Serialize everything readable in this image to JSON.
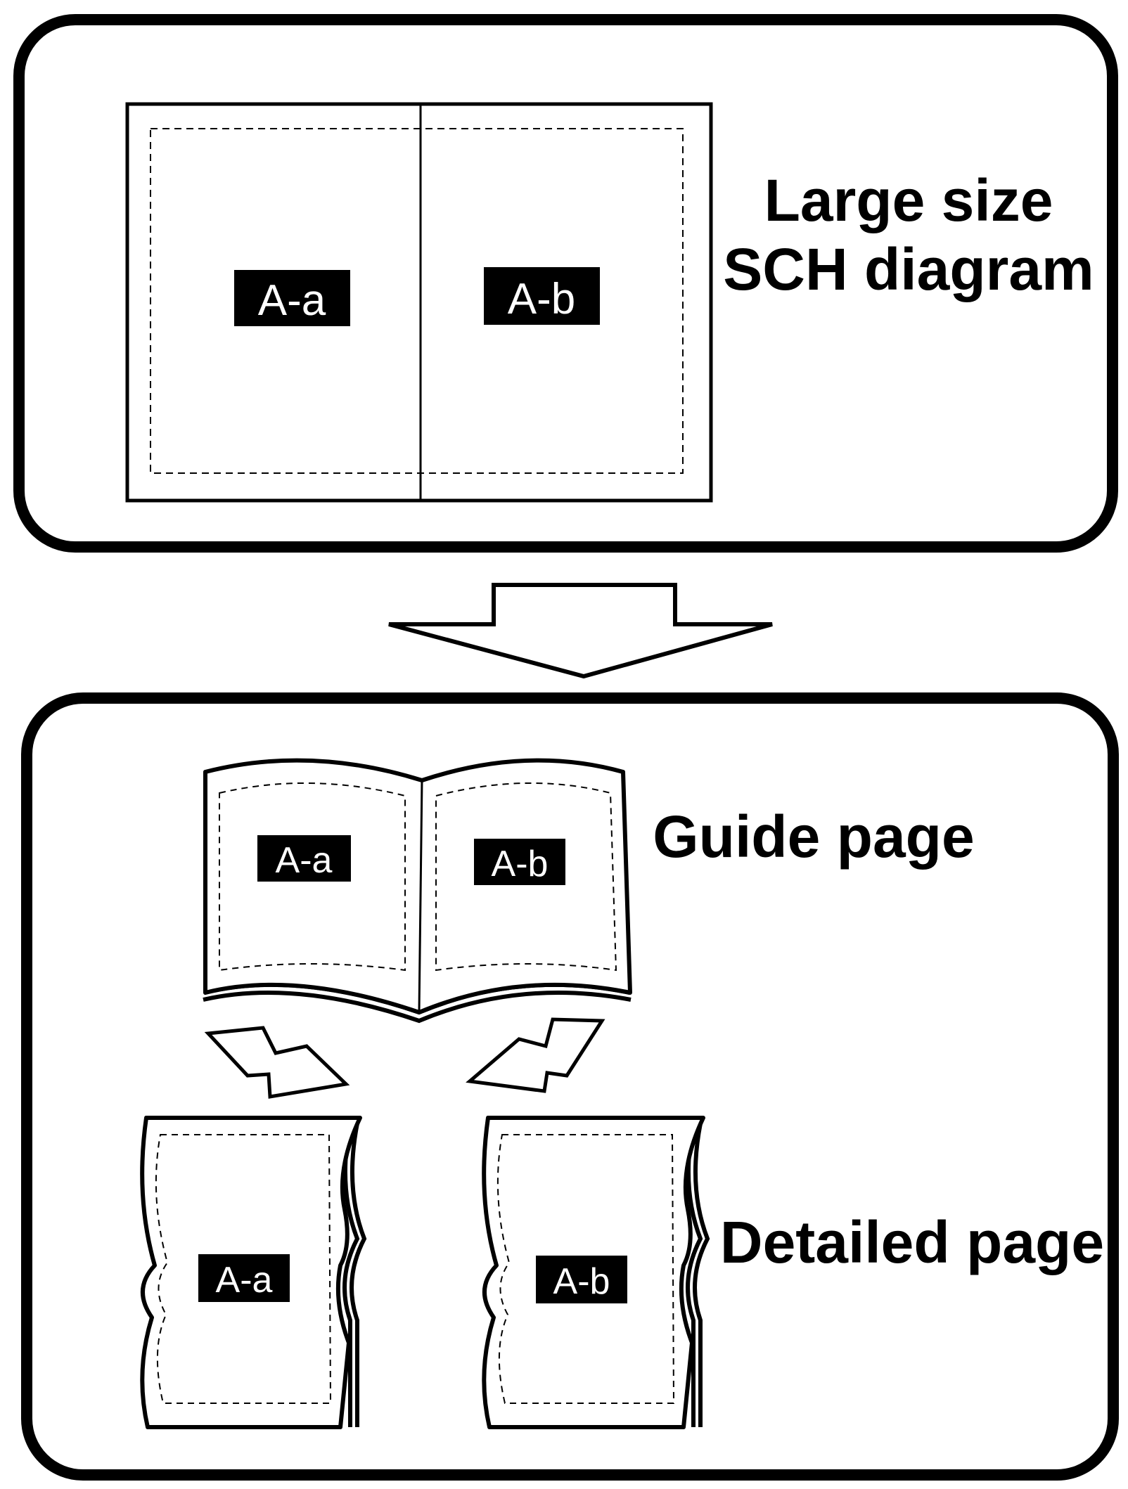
{
  "top_panel": {
    "label_line1": "Large size",
    "label_line2": "SCH diagram",
    "tags": [
      "A-a",
      "A-b"
    ]
  },
  "bottom_panel": {
    "guide_label": "Guide page",
    "detail_label": "Detailed page",
    "guide_tags": [
      "A-a",
      "A-b"
    ],
    "detail_tags": [
      "A-a",
      "A-b"
    ]
  },
  "colors": {
    "ink": "#000000",
    "paper": "#ffffff"
  }
}
